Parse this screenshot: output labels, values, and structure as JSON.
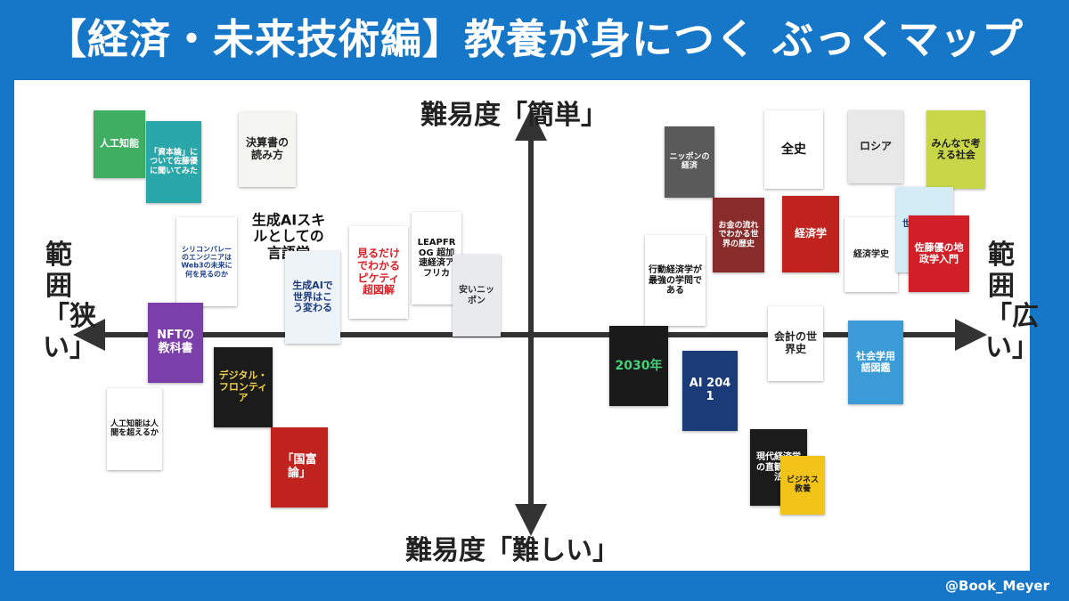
{
  "title": "【経済・未来技術編】教養が身につく ぶっくマップ",
  "footer": "@Book_Meyer",
  "axes": {
    "top": "難易度「簡単」",
    "bottom": "難易度「難しい」",
    "left": "範囲「狭い」",
    "right": "範囲「広い」"
  },
  "colors": {
    "frame": "#1677c9",
    "panel": "#ffffff",
    "axis": "#333333"
  },
  "books": [
    {
      "id": "ai",
      "label": "人工知能",
      "bg": "#3fae62",
      "fg": "#ffffff"
    },
    {
      "id": "shihonron",
      "label": "「資本論」について佐藤優に聞いてみた",
      "bg": "#2aa7a8",
      "fg": "#ffffff"
    },
    {
      "id": "kessansho",
      "label": "決算書の読み方",
      "bg": "#f5f5f2",
      "fg": "#222222"
    },
    {
      "id": "web3",
      "label": "シリコンバレーのエンジニアはWeb3の未来に何を見るのか",
      "bg": "#ffffff",
      "fg": "#1b3f8c"
    },
    {
      "id": "seiseiai",
      "label": "生成AIスキルとしての言語学",
      "bg": "#ffffff",
      "fg": "#111111"
    },
    {
      "id": "seiseiai2",
      "label": "生成AIで世界はこう変わる",
      "bg": "#eef3f8",
      "fg": "#1a3a7a"
    },
    {
      "id": "piketty",
      "label": "見るだけでわかるピケティ超図解",
      "bg": "#ffffff",
      "fg": "#d6232a"
    },
    {
      "id": "leapfrog",
      "label": "LEAPFROG 超加速経済アフリカ",
      "bg": "#ffffff",
      "fg": "#111111"
    },
    {
      "id": "yasuinippon",
      "label": "安いニッポン",
      "bg": "#e8eaee",
      "fg": "#333333"
    },
    {
      "id": "nft",
      "label": "NFTの教科書",
      "bg": "#7a3fa8",
      "fg": "#ffffff"
    },
    {
      "id": "digital",
      "label": "デジタル・フロンティア",
      "bg": "#1b1b1b",
      "fg": "#f0d24a"
    },
    {
      "id": "kokufuron",
      "label": "「国富論」",
      "bg": "#c0231d",
      "fg": "#ffffff"
    },
    {
      "id": "jinkochino",
      "label": "人工知能は人間を超えるか",
      "bg": "#ffffff",
      "fg": "#111111"
    },
    {
      "id": "concrete",
      "label": "ニッポンの経済",
      "bg": "#5a5a5a",
      "fg": "#ffffff"
    },
    {
      "id": "zenshi",
      "label": "全史",
      "bg": "#ffffff",
      "fg": "#111111"
    },
    {
      "id": "russia",
      "label": "ロシア",
      "bg": "#e8e8e8",
      "fg": "#222222"
    },
    {
      "id": "minna",
      "label": "みんなで考える社会",
      "bg": "#c8d648",
      "fg": "#1b1b1b"
    },
    {
      "id": "okane",
      "label": "お金の流れでわかる世界の歴史",
      "bg": "#8a2b2b",
      "fg": "#ffffff"
    },
    {
      "id": "keizaigaku",
      "label": "経済学",
      "bg": "#c0231d",
      "fg": "#ffffff"
    },
    {
      "id": "keizaigakushi",
      "label": "経済学史",
      "bg": "#ffffff",
      "fg": "#222222"
    },
    {
      "id": "sekainoshikumi",
      "label": "世界の仕組み",
      "bg": "#d4ecf6",
      "fg": "#1a3a7a"
    },
    {
      "id": "chiseigaku",
      "label": "佐藤優の地政学入門",
      "bg": "#d21f27",
      "fg": "#ffffff"
    },
    {
      "id": "kodo",
      "label": "行動経済学が最強の学問である",
      "bg": "#ffffff",
      "fg": "#111111"
    },
    {
      "id": "2030",
      "label": "2030年",
      "bg": "#1a1a1a",
      "fg": "#45d07a"
    },
    {
      "id": "ai2041",
      "label": "AI 2041",
      "bg": "#1b3b78",
      "fg": "#ffffff"
    },
    {
      "id": "kaikei",
      "label": "会計の世界史",
      "bg": "#ffffff",
      "fg": "#222222"
    },
    {
      "id": "shakaigaku",
      "label": "社会学用語図鑑",
      "bg": "#3b9bd6",
      "fg": "#ffffff"
    },
    {
      "id": "houhou",
      "label": "現代経済学の直観的方法",
      "bg": "#1b1b1b",
      "fg": "#ffffff"
    },
    {
      "id": "business",
      "label": "ビジネス教養",
      "bg": "#f2c318",
      "fg": "#1b1b1b"
    }
  ]
}
